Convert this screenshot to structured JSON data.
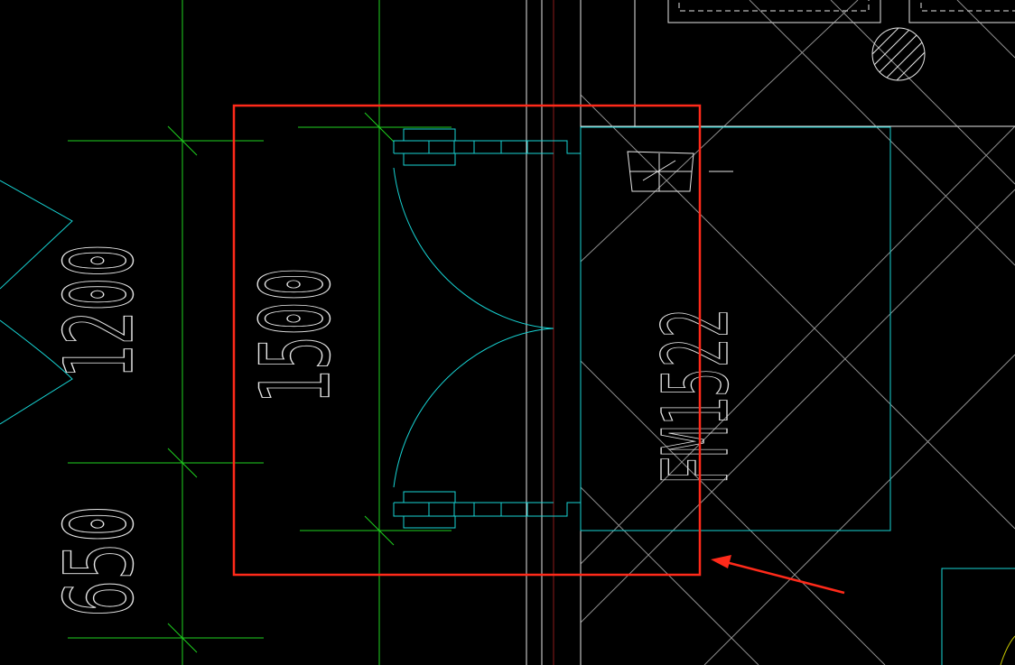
{
  "drawing": {
    "dimensions": {
      "dim_upper": "1200",
      "dim_middle": "1500",
      "dim_lower": "650"
    },
    "door_tag": "FM1522"
  },
  "colors": {
    "background": "#000000",
    "axis_green": "#1fd21f",
    "wall_white": "#e6e6e6",
    "cyan": "#17d4d4",
    "highlight_red": "#ff2a1a",
    "dark_red": "#8b1a1a",
    "yellow": "#c8c800"
  }
}
